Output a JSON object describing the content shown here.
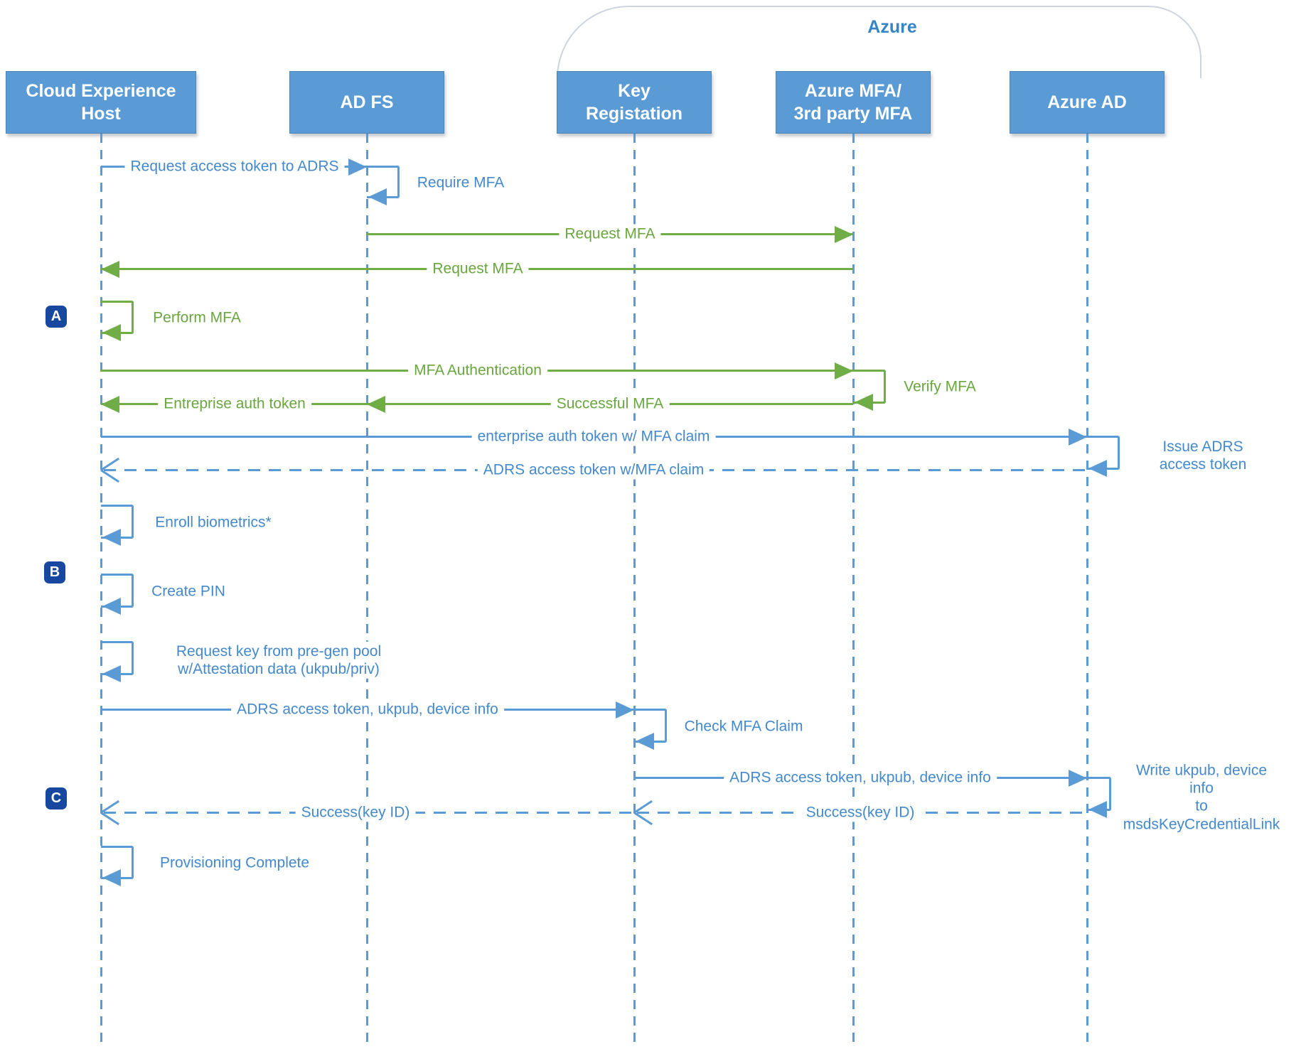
{
  "colors": {
    "blue_line": "#5B9BD5",
    "green_line": "#70AD47",
    "blue_text": "#4489CB",
    "green_text": "#69A63F",
    "actor_fill": "#5B9BD5",
    "badge_fill": "#17479E",
    "azure_label_color": "#3585C5"
  },
  "azure_group": {
    "label": "Azure"
  },
  "actors": {
    "ceh": "Cloud Experience\nHost",
    "adfs": "AD FS",
    "keyreg": "Key\nRegistation",
    "mfa": "Azure MFA/\n3rd party MFA",
    "aad": "Azure AD"
  },
  "badges": {
    "a": "A",
    "b": "B",
    "c": "C"
  },
  "messages": {
    "req_access": "Request access token to ADRS",
    "require_mfa": "Require MFA",
    "request_mfa_to_mfa": "Request MFA",
    "request_mfa_to_ceh": "Request MFA",
    "perform_mfa": "Perform MFA",
    "mfa_authentication": "MFA Authentication",
    "verify_mfa": "Verify MFA",
    "successful_mfa": "Successful MFA",
    "entreprise_auth_token": "Entreprise auth token",
    "enterprise_auth_token_claim": "enterprise auth token w/ MFA claim",
    "issue_adrs": "Issue ADRS access token",
    "adrs_token_claim": "ADRS access token w/MFA claim",
    "enroll_biometrics": "Enroll biometrics*",
    "create_pin": "Create PIN",
    "request_key": "Request key from pre-gen pool\nw/Attestation data (ukpub/priv)",
    "adrs_ukpub_device_1": "ADRS access token, ukpub, device info",
    "check_mfa_claim": "Check MFA Claim",
    "adrs_ukpub_device_2": "ADRS access token, ukpub, device info",
    "write_ukpub": "Write ukpub, device info\nto\nmsdsKeyCredentialLink",
    "success_key_id_1": "Success(key ID)",
    "success_key_id_2": "Success(key ID)",
    "provisioning_complete": "Provisioning Complete"
  }
}
